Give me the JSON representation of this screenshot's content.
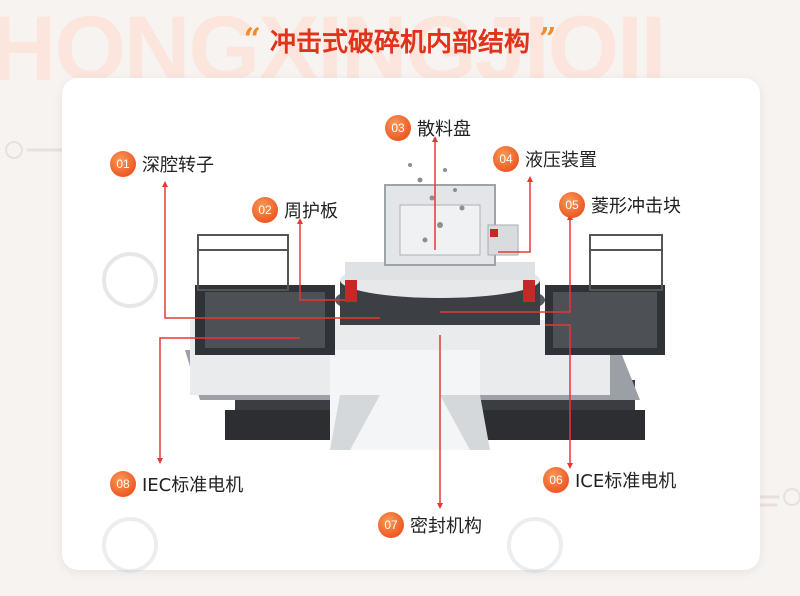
{
  "watermark": "HONGXINGJIQII",
  "title": {
    "open_quote": "“",
    "text": "冲击式破碎机内部结构",
    "close_quote": "”"
  },
  "parts": [
    {
      "num": "01",
      "name": "深腔转子"
    },
    {
      "num": "02",
      "name": "周护板"
    },
    {
      "num": "03",
      "name": "散料盘"
    },
    {
      "num": "04",
      "name": "液压装置"
    },
    {
      "num": "05",
      "name": "菱形冲击块"
    },
    {
      "num": "06",
      "name": "ICE标准电机"
    },
    {
      "num": "07",
      "name": "密封机构"
    },
    {
      "num": "08",
      "name": "IEC标准电机"
    }
  ],
  "colors": {
    "accent": "#e2321a",
    "badge": "#ee5a24",
    "leader": "#e53935"
  }
}
